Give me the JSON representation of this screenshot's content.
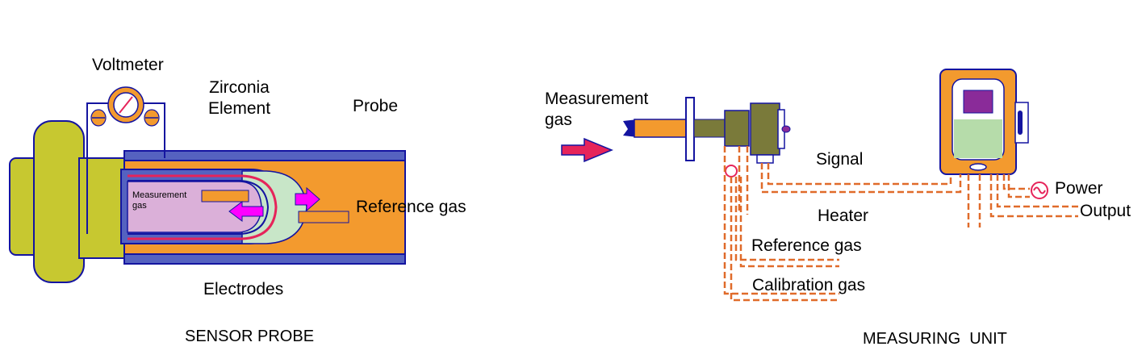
{
  "colors": {
    "olive": "#c7c830",
    "navy": "#1414a0",
    "blue_tube": "#5562c0",
    "orange": "#f39a2e",
    "pink_gas": "#dbb0d9",
    "magenta": "#ff00ff",
    "mint": "#c8e6c8",
    "dark_olive": "#7a7a3a",
    "display_purple": "#8a2b99",
    "display_green": "#b6dcaa",
    "wire_orange": "#e06b2a",
    "arrow_red": "#e6245a",
    "white": "#ffffff"
  },
  "icons": {
    "voltmeter": "voltmeter-icon",
    "power": "ac-power-icon"
  },
  "left": {
    "voltmeter_label": "Voltmeter",
    "zirconia_label": "Zirconia\nElement",
    "probe_label": "Probe",
    "measurement_gas_label": "Measurement\ngas",
    "reference_gas_label": "Reference gas",
    "electrodes_label": "Electrodes",
    "caption": "SENSOR PROBE"
  },
  "right": {
    "measurement_gas_label": "Measurement\ngas",
    "signal_label": "Signal",
    "heater_label": "Heater",
    "reference_gas_label": "Reference gas",
    "calibration_gas_label": "Calibration gas",
    "power_label": "Power",
    "output_label": "Output",
    "caption": "MEASURING  UNIT"
  }
}
